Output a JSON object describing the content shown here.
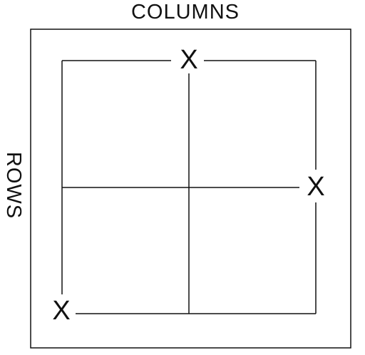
{
  "labels": {
    "columns": "COLUMNS",
    "rows": "ROWS"
  },
  "marks": {
    "top": "X",
    "right": "X",
    "bottom": "X"
  },
  "colors": {
    "line": "#111111",
    "background": "#ffffff"
  }
}
